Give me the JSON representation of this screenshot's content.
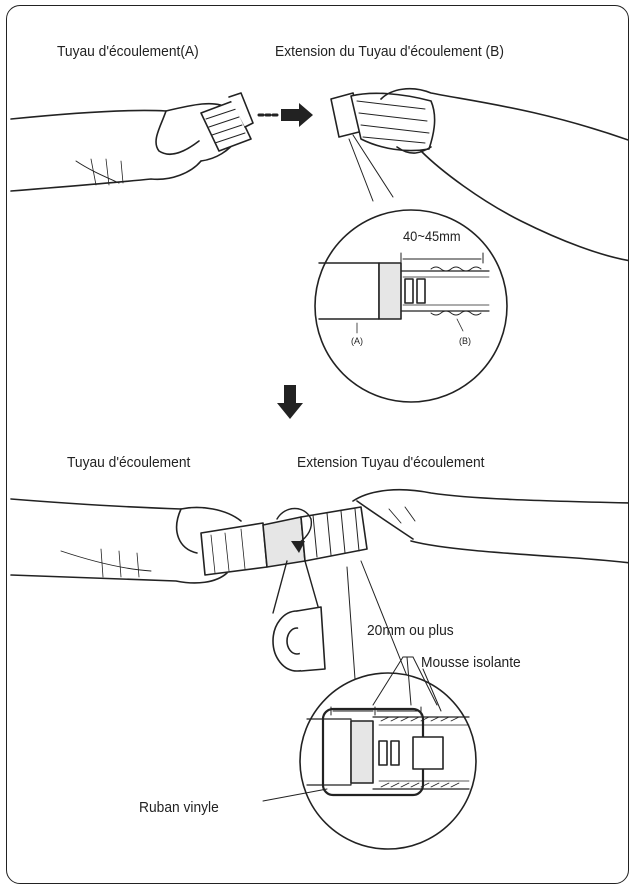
{
  "labels": {
    "drain_hose_a": "Tuyau d'écoulement(A)",
    "drain_extension_b": "Extension du Tuyau d'écoulement (B)",
    "dimension": "40~45mm",
    "marker_a": "(A)",
    "marker_b": "(B)",
    "drain_hose": "Tuyau d'écoulement",
    "drain_extension": "Extension Tuyau d'écoulement",
    "overlap": "20mm ou plus",
    "insulation_foam": "Mousse isolante",
    "vinyl_tape": "Ruban vinyle"
  },
  "icons": [
    "arrow-right-icon",
    "arrow-down-icon",
    "rotation-arrow-icon"
  ],
  "colors": {
    "line": "#222222",
    "fill_light": "#e6e6e6",
    "background": "#ffffff"
  }
}
